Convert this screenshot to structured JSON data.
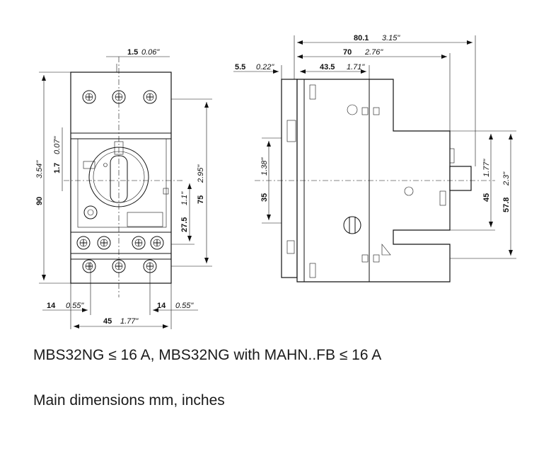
{
  "caption": {
    "line1": "MBS32NG ≤ 16 A, MBS32NG with MAHN..FB ≤ 16 A",
    "line2": "Main dimensions mm, inches"
  },
  "front_view": {
    "dim_top_offset": {
      "mm": "1.5",
      "in": "0.06\""
    },
    "dim_height": {
      "mm": "90",
      "in": "3.54\""
    },
    "dim_small_left": {
      "mm": "1.7",
      "in": "0.07\""
    },
    "dim_mount_height": {
      "mm": "75",
      "in": "2.95\""
    },
    "dim_center_offset": {
      "mm": "27.5",
      "in": "1.1\""
    },
    "dim_left_margin": {
      "mm": "14",
      "in": "0.55\""
    },
    "dim_right_margin": {
      "mm": "14",
      "in": "0.55\""
    },
    "dim_width": {
      "mm": "45",
      "in": "1.77\""
    }
  },
  "side_view": {
    "dim_total_depth": {
      "mm": "80.1",
      "in": "3.15\""
    },
    "dim_depth_70": {
      "mm": "70",
      "in": "2.76\""
    },
    "dim_rail_offset": {
      "mm": "5.5",
      "in": "0.22\""
    },
    "dim_depth_43": {
      "mm": "43.5",
      "in": "1.71\""
    },
    "dim_rail_height": {
      "mm": "35",
      "in": "1.38\""
    },
    "dim_knob_height": {
      "mm": "45",
      "in": "1.77\""
    },
    "dim_knob_total": {
      "mm": "57.8",
      "in": "2.3\""
    }
  },
  "colors": {
    "line": "#111111",
    "background": "#ffffff"
  }
}
